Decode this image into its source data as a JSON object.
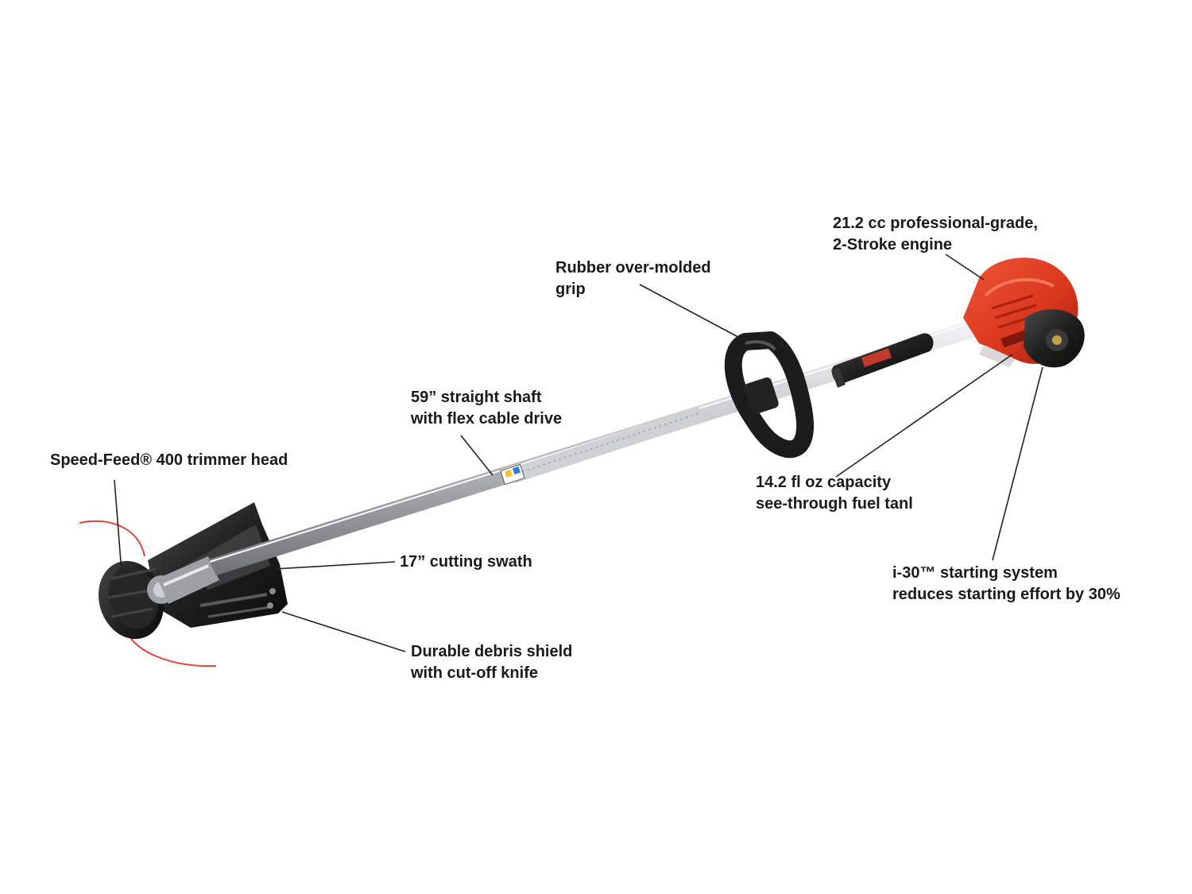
{
  "colors": {
    "engine_red": "#d8361e",
    "engine_dark_red": "#a5200f",
    "shaft_silver": "#b9bcc0",
    "plastic_black": "#1c1c1c",
    "trim_line_red": "#e0443a",
    "leader_line": "#222222",
    "label_text": "#1a1a1a"
  },
  "callouts": {
    "engine": {
      "line1": "21.2 cc professional-grade,",
      "line2": "2-Stroke engine"
    },
    "grip": {
      "line1": "Rubber over-molded",
      "line2": "grip"
    },
    "shaft": {
      "line1": "59” straight shaft",
      "line2": "with flex cable drive"
    },
    "head": {
      "line1": "Speed-Feed® 400 trimmer head"
    },
    "fuel": {
      "line1": "14.2 fl oz capacity",
      "line2": "see-through fuel tanl"
    },
    "swath": {
      "line1": "17” cutting swath"
    },
    "start": {
      "line1": "i-30™ starting system",
      "line2": "reduces starting effort by 30%"
    },
    "shield": {
      "line1": "Durable debris shield",
      "line2": "with cut-off knife"
    }
  },
  "icons": {
    "trimmer": "string-trimmer-illustration"
  }
}
